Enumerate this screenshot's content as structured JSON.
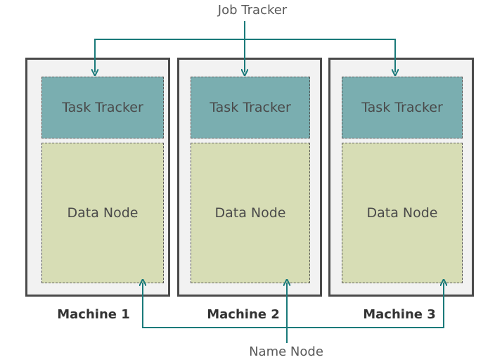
{
  "labels": {
    "job_tracker": "Job Tracker",
    "name_node": "Name Node"
  },
  "machines": [
    {
      "name": "Machine 1",
      "task": "Task Tracker",
      "data": "Data Node"
    },
    {
      "name": "Machine 2",
      "task": "Task Tracker",
      "data": "Data Node"
    },
    {
      "name": "Machine 3",
      "task": "Task Tracker",
      "data": "Data Node"
    }
  ],
  "colors": {
    "connector": "#1a7a7a",
    "task_tracker": "#7aaeb0",
    "data_node": "#d7ddb5",
    "machine_border": "#4a4a4a"
  }
}
